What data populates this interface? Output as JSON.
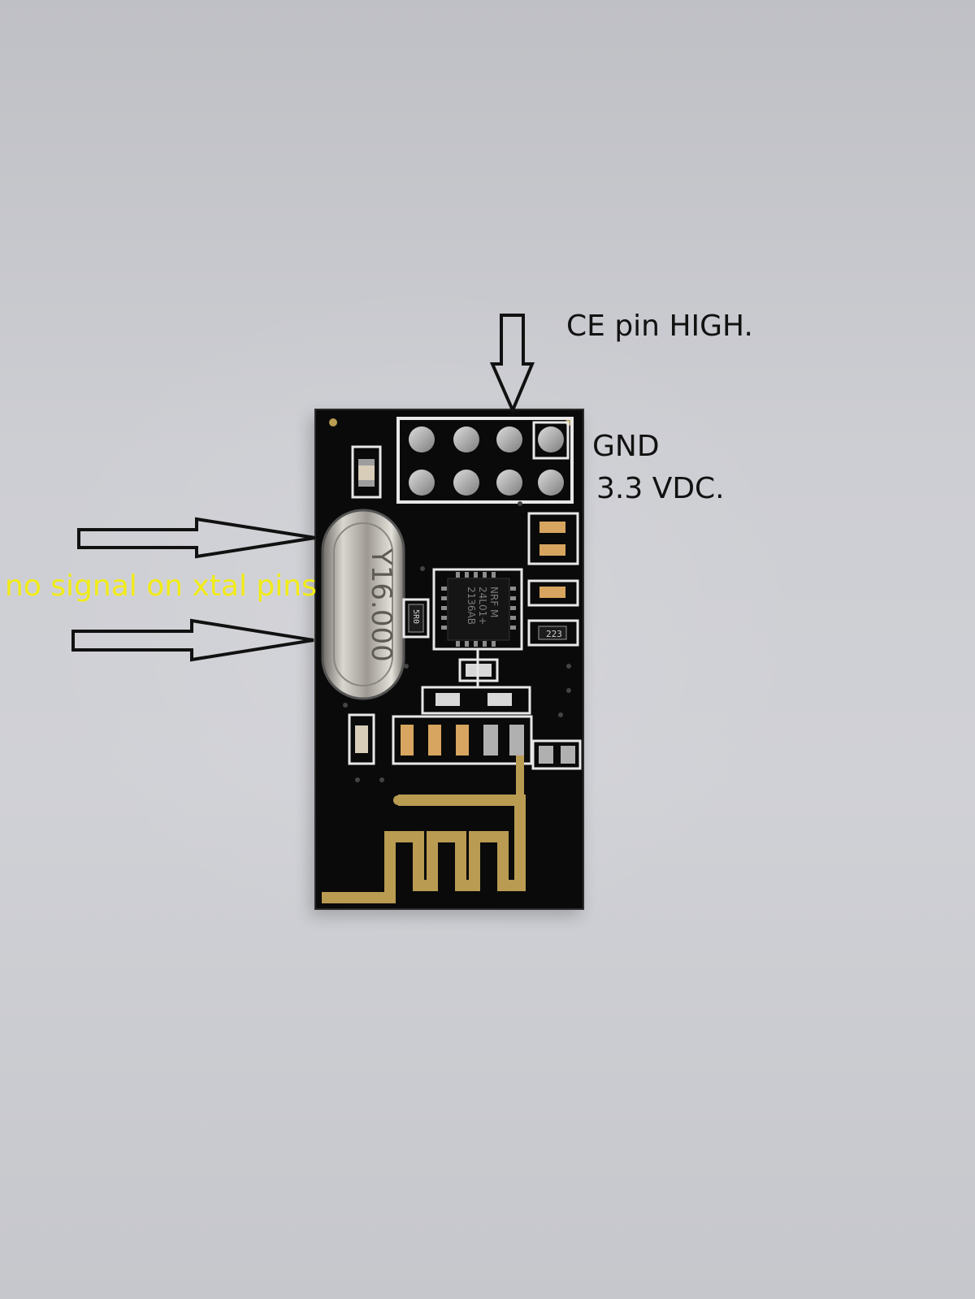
{
  "annotations": {
    "ce_pin": "CE pin HIGH.",
    "gnd": "GND",
    "vdc": "3.3 VDC.",
    "xtal": "no signal on xtal pins"
  },
  "markings": {
    "crystal": "Y16.000",
    "chip_line1": "NRF M",
    "chip_line2": "24L01+",
    "chip_line3": "2136AB",
    "inductor": "5R0",
    "resistor": "223"
  },
  "colors": {
    "background": "#cdced3",
    "board": "#0a0a0a",
    "gold": "#b99b52",
    "silkscreen": "#e8e8e8",
    "annotation_dark": "#111111",
    "annotation_yellow": "#f2ec16"
  }
}
